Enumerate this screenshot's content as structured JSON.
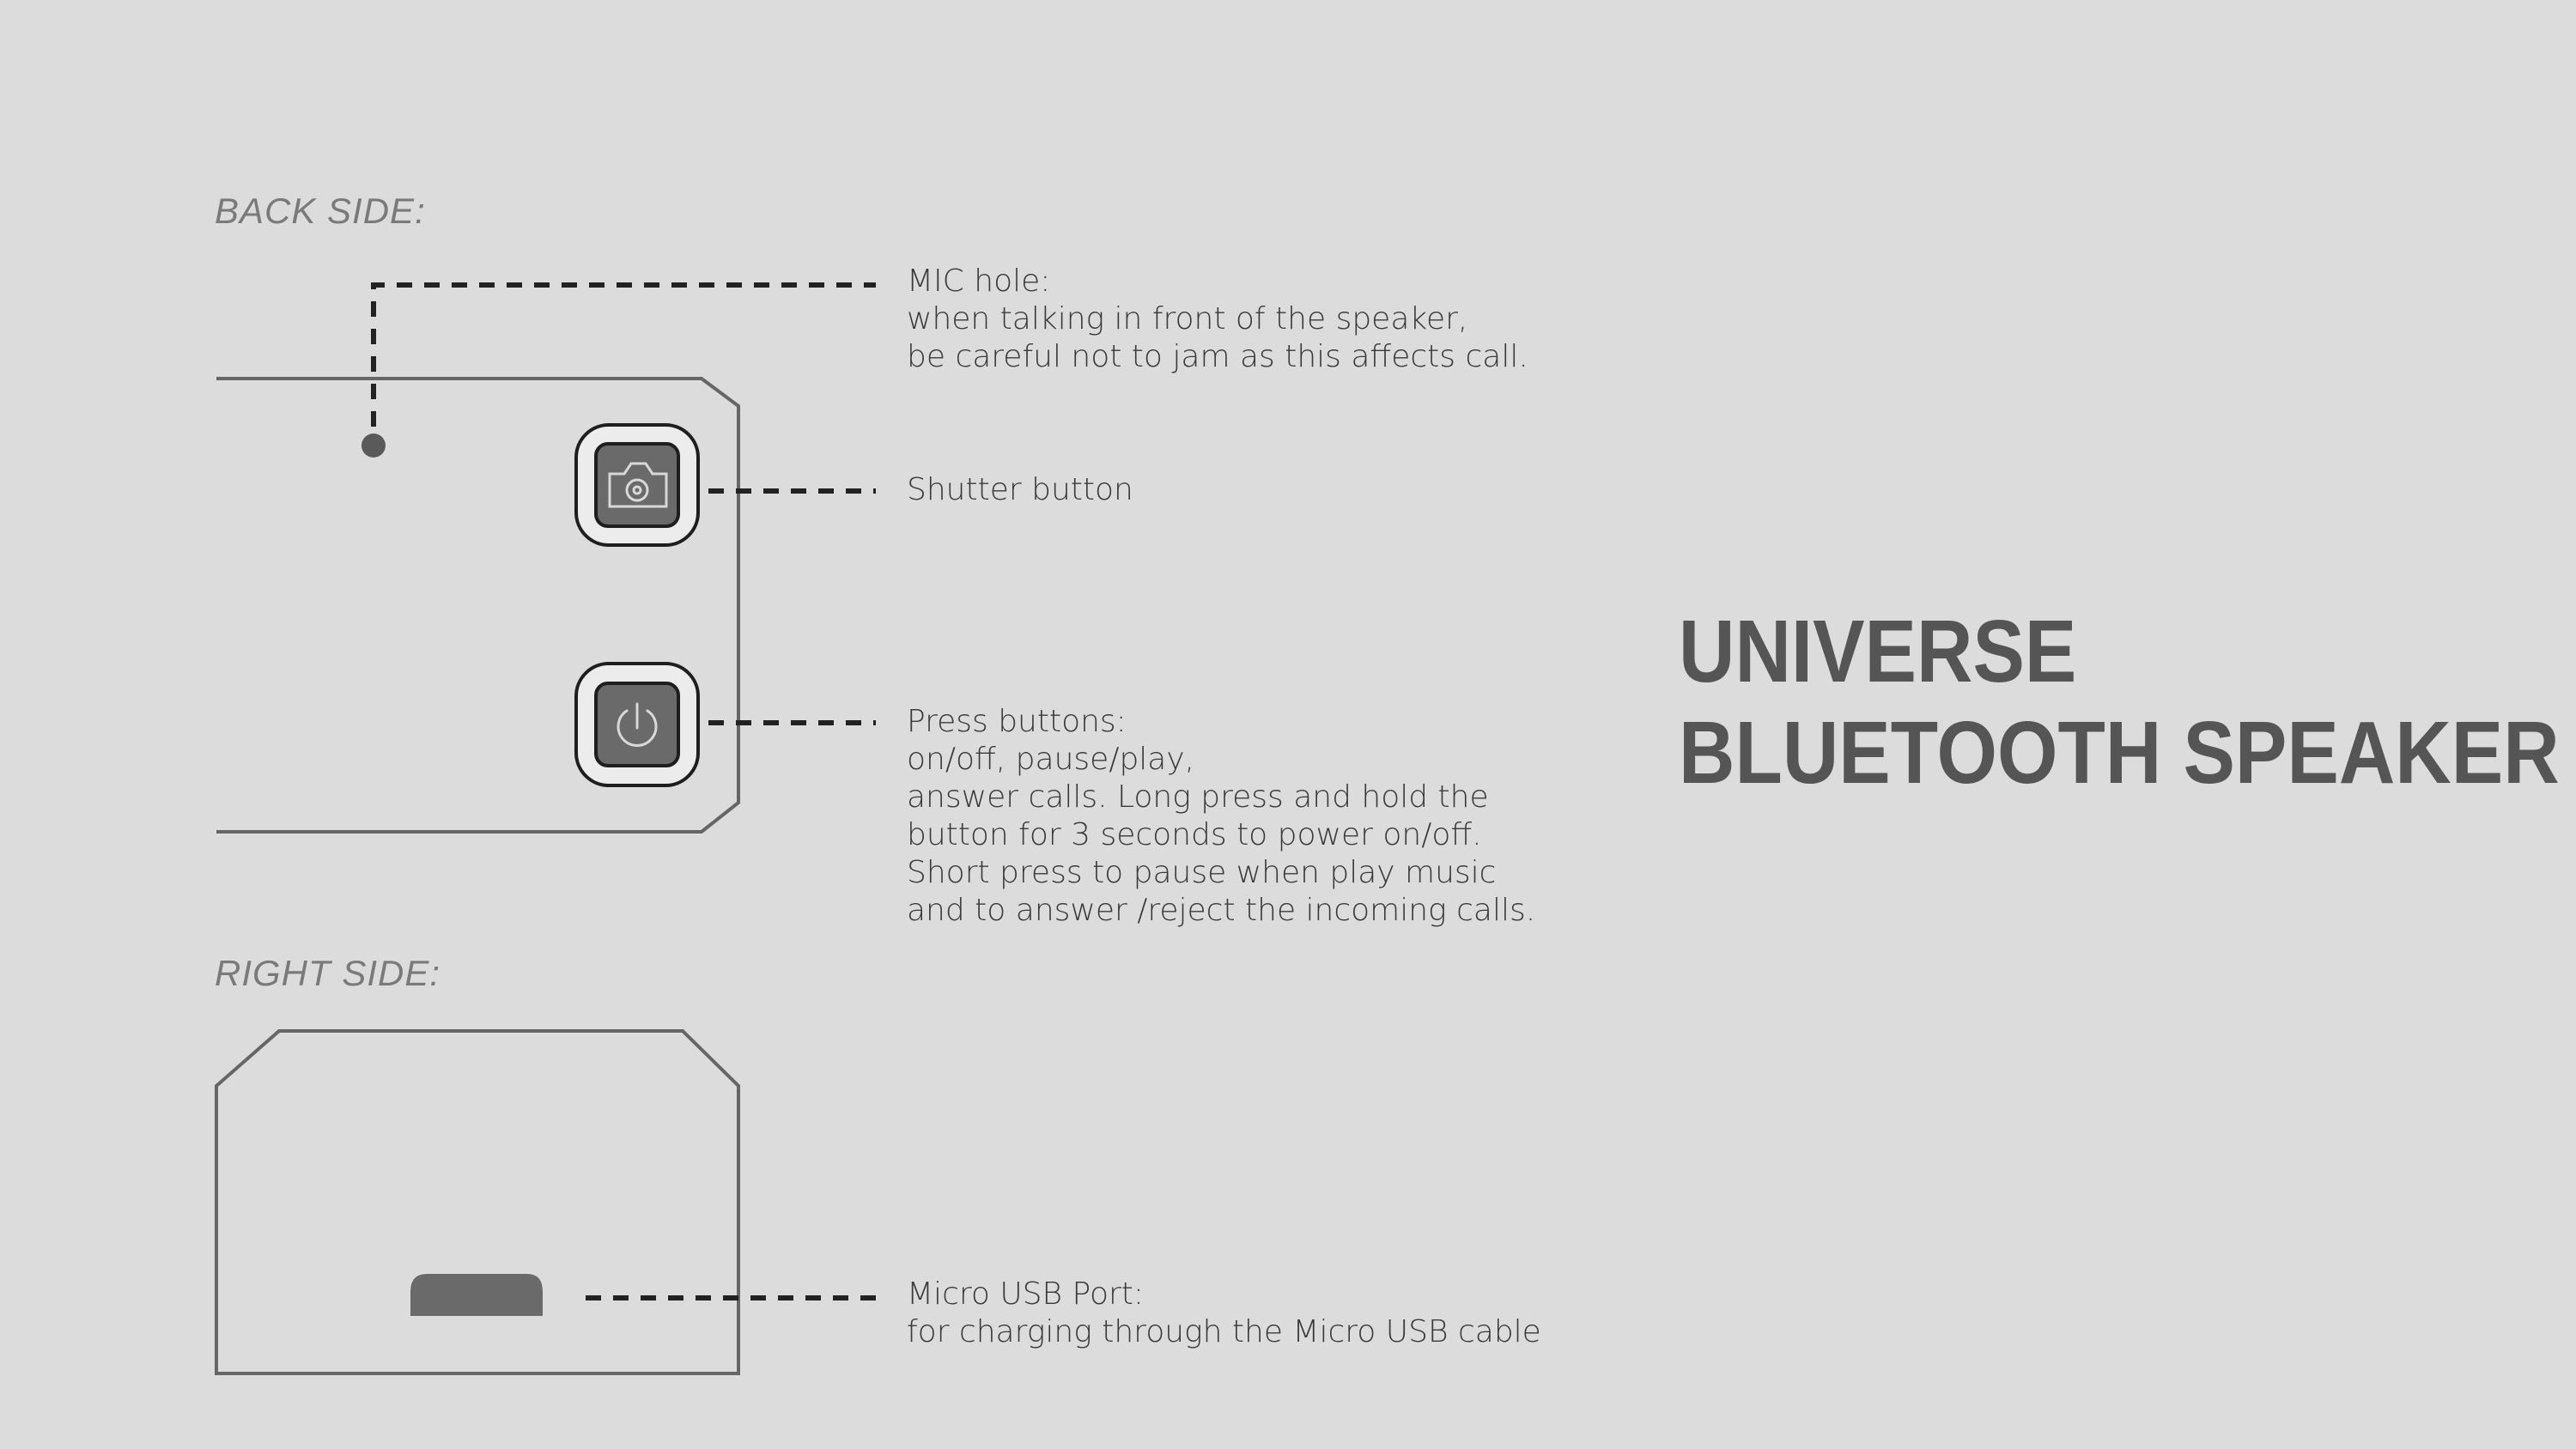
{
  "sections": {
    "back_side": "BACK SIDE:",
    "right_side": "RIGHT SIDE:"
  },
  "callouts": {
    "mic": {
      "title": "MIC hole:",
      "lines": [
        "when talking in front of the speaker,",
        "be careful not to jam as this affects call."
      ]
    },
    "shutter": {
      "title": "Shutter button"
    },
    "press": {
      "title": "Press buttons:",
      "lines": [
        "on/off, pause/play,",
        "answer calls. Long press and hold the",
        "button for 3 seconds to power on/off.",
        "Short press to pause when play music",
        "and to answer /reject the incoming calls."
      ]
    },
    "usb": {
      "title": "Micro USB Port:",
      "lines": [
        "for charging through the Micro USB cable"
      ]
    }
  },
  "product_title": {
    "line1": "UNIVERSE",
    "line2": "BLUETOOTH SPEAKER"
  },
  "icons": {
    "shutter": "camera-icon",
    "power": "power-icon"
  },
  "colors": {
    "background": "#dcdcdc",
    "outline": "#666666",
    "button_fill": "#6a6a6a",
    "title": "#555555"
  }
}
